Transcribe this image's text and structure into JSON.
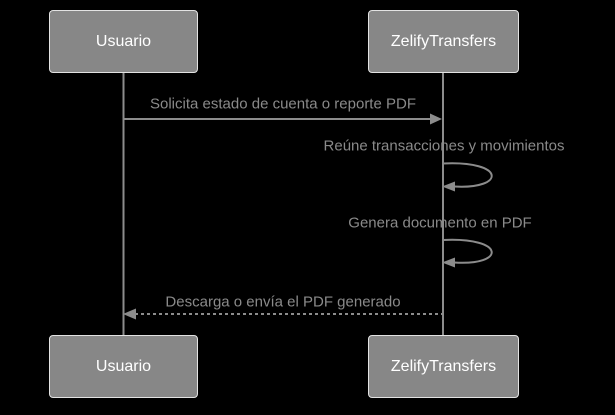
{
  "diagram": {
    "type": "sequence-diagram",
    "background_color": "#000000",
    "colors": {
      "actor_fill": "#878787",
      "actor_border": "#e3e3e3",
      "actor_text": "#ffffff",
      "line": "#8c8c8c",
      "message_text": "#8a8a8a"
    },
    "actors": [
      {
        "id": "usuario",
        "label": "Usuario"
      },
      {
        "id": "zelifytransfers",
        "label": "ZelifyTransfers"
      }
    ],
    "messages": [
      {
        "from": "Usuario",
        "to": "ZelifyTransfers",
        "style": "solid-arrow",
        "label": "Solicita estado de cuenta o reporte PDF"
      },
      {
        "from": "ZelifyTransfers",
        "to": "ZelifyTransfers",
        "style": "self-loop",
        "label": "Reúne transacciones y movimientos"
      },
      {
        "from": "ZelifyTransfers",
        "to": "ZelifyTransfers",
        "style": "self-loop",
        "label": "Genera documento en PDF"
      },
      {
        "from": "ZelifyTransfers",
        "to": "Usuario",
        "style": "dashed-arrow",
        "label": "Descarga o envía el PDF generado"
      }
    ]
  }
}
